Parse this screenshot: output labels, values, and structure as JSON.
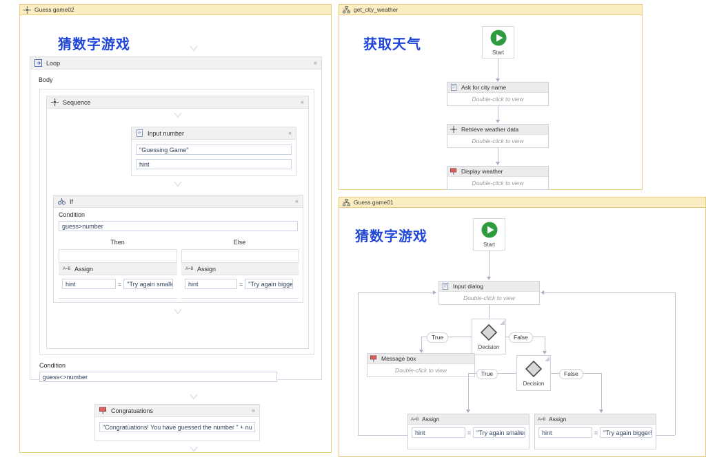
{
  "panels": {
    "left": {
      "title": "Guess game02",
      "heading": "猜数字游戏",
      "loop": {
        "label": "Loop",
        "body_label": "Body",
        "condition_label": "Condition",
        "condition_value": "guess<>number"
      },
      "sequence": {
        "label": "Sequence"
      },
      "input_number": {
        "label": "Input number",
        "field1": "\"Guessing Game\"",
        "field2": "hint"
      },
      "if": {
        "label": "If",
        "condition_label": "Condition",
        "condition_value": "guess>number",
        "then_label": "Then",
        "else_label": "Else",
        "then_assign": {
          "label": "Assign",
          "left": "hint",
          "op": "=",
          "right": "\"Try again smaller!"
        },
        "else_assign": {
          "label": "Assign",
          "left": "hint",
          "op": "=",
          "right": "\"Try again bigger!\""
        }
      },
      "congrats": {
        "label": "Congratuations",
        "value": "\"Congratuations! You have guessed the number \" + nu"
      }
    },
    "weather": {
      "title": "get_city_weather",
      "heading": "获取天气",
      "start_label": "Start",
      "nodes": [
        {
          "label": "Ask for city name",
          "sub": "Double-click to view",
          "icon": "document-icon"
        },
        {
          "label": "Retrieve weather data",
          "sub": "Double-click to view",
          "icon": "sequence-icon"
        },
        {
          "label": "Display weather",
          "sub": "Double-click to view",
          "icon": "messagebox-icon"
        }
      ]
    },
    "game01": {
      "title": "Guess game01",
      "heading": "猜数字游戏",
      "start_label": "Start",
      "input_dialog": {
        "label": "Input dialog",
        "sub": "Double-click to view"
      },
      "message_box": {
        "label": "Message box",
        "sub": "Double-click to view"
      },
      "decision1": {
        "label": "Decision",
        "true_label": "True",
        "false_label": "False"
      },
      "decision2": {
        "label": "Decision",
        "true_label": "True",
        "false_label": "False"
      },
      "assign_left": {
        "label": "Assign",
        "left": "hint",
        "op": "=",
        "right": "\"Try again smaller!"
      },
      "assign_right": {
        "label": "Assign",
        "left": "hint",
        "op": "=",
        "right": "\"Try again bigger!\""
      }
    }
  },
  "colors": {
    "panel_border": "#e8cd7e",
    "panel_titlebar": "#fbeec2",
    "heading_blue": "#2046d8",
    "start_green": "#2e9b3e",
    "card_header": "#f1f1f1"
  }
}
